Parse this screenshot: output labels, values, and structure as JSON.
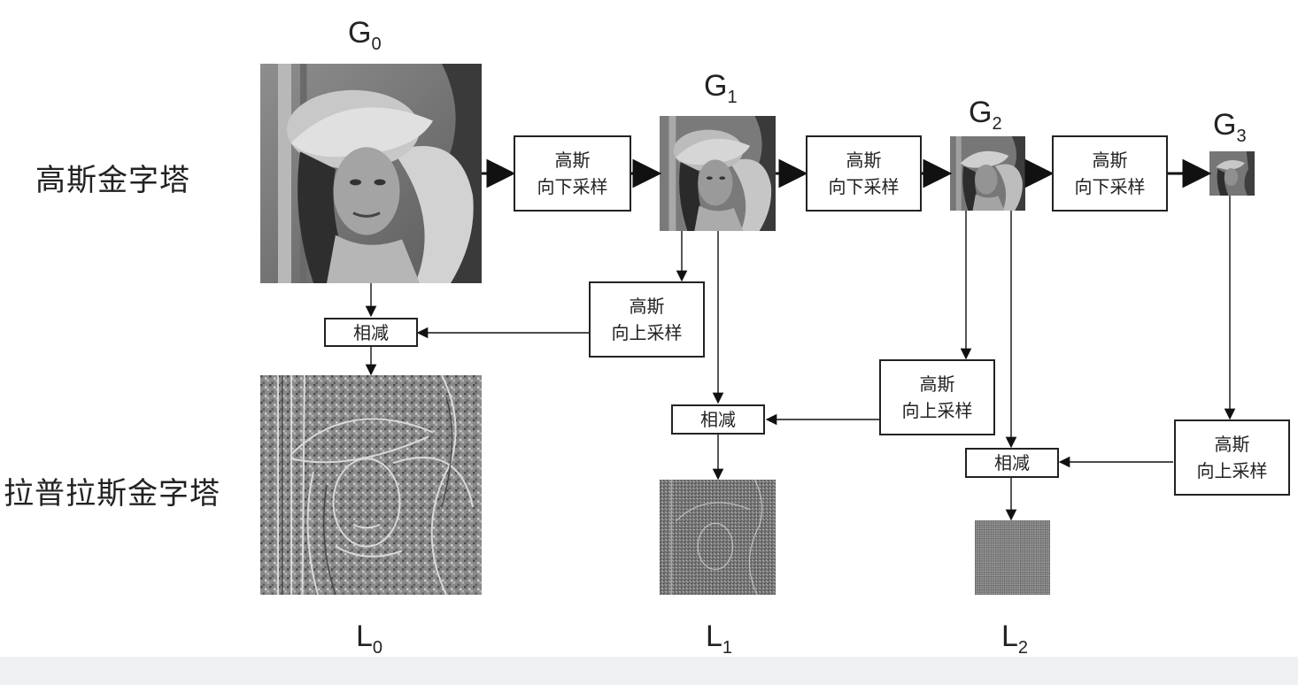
{
  "row_labels": {
    "gaussian": "高斯金字塔",
    "laplacian": "拉普拉斯金字塔"
  },
  "gaussian_levels": [
    {
      "letter": "G",
      "sub": "0"
    },
    {
      "letter": "G",
      "sub": "1"
    },
    {
      "letter": "G",
      "sub": "2"
    },
    {
      "letter": "G",
      "sub": "3"
    }
  ],
  "laplacian_levels": [
    {
      "letter": "L",
      "sub": "0"
    },
    {
      "letter": "L",
      "sub": "1"
    },
    {
      "letter": "L",
      "sub": "2"
    }
  ],
  "downsample": {
    "line1": "高斯",
    "line2": "向下采样"
  },
  "upsample": {
    "line1": "高斯",
    "line2": "向上采样"
  },
  "subtract": "相减"
}
